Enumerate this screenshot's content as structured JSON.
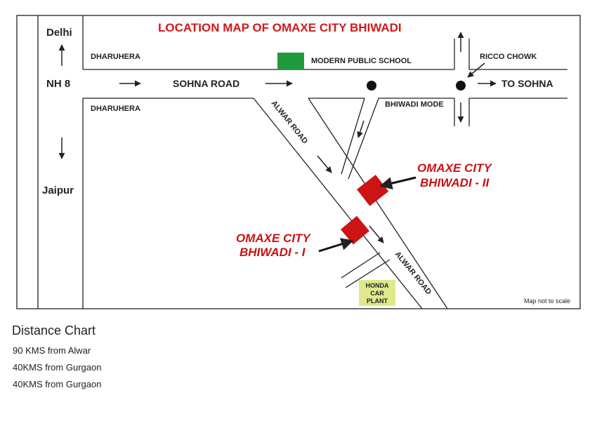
{
  "map": {
    "title": "LOCATION MAP OF OMAXE CITY BHIWADI",
    "labels": {
      "delhi": "Delhi",
      "nh8": "NH 8",
      "jaipur": "Jaipur",
      "dharuhera_top": "DHARUHERA",
      "dharuhera_bottom": "DHARUHERA",
      "sohna_road": "SOHNA ROAD",
      "modern_public_school": "MODERN PUBLIC SCHOOL",
      "ricco_chowk": "RICCO CHOWK",
      "to_sohna": "TO SOHNA",
      "bhiwadi_mode": "BHIWADI MODE",
      "alwar_road_upper": "ALWAR ROAD",
      "alwar_road_lower": "ALWAR ROAD",
      "omaxe_2_line1": "OMAXE CITY",
      "omaxe_2_line2": "BHIWADI - II",
      "omaxe_1_line1": "OMAXE CITY",
      "omaxe_1_line2": "BHIWADI - I",
      "honda_line1": "HONDA",
      "honda_line2": "CAR",
      "honda_line3": "PLANT",
      "scale_note": "Map not to scale"
    },
    "colors": {
      "title": "#d01a1a",
      "omaxe_label": "#cc1111",
      "omaxe_block": "#cc1414",
      "school_block": "#1e9a3c",
      "honda_block": "#dfe98c",
      "road_line": "#222222"
    }
  },
  "distance_chart": {
    "title": "Distance Chart",
    "items": [
      "90 KMS from Alwar",
      "40KMS from Gurgaon",
      "40KMS from Gurgaon"
    ]
  }
}
